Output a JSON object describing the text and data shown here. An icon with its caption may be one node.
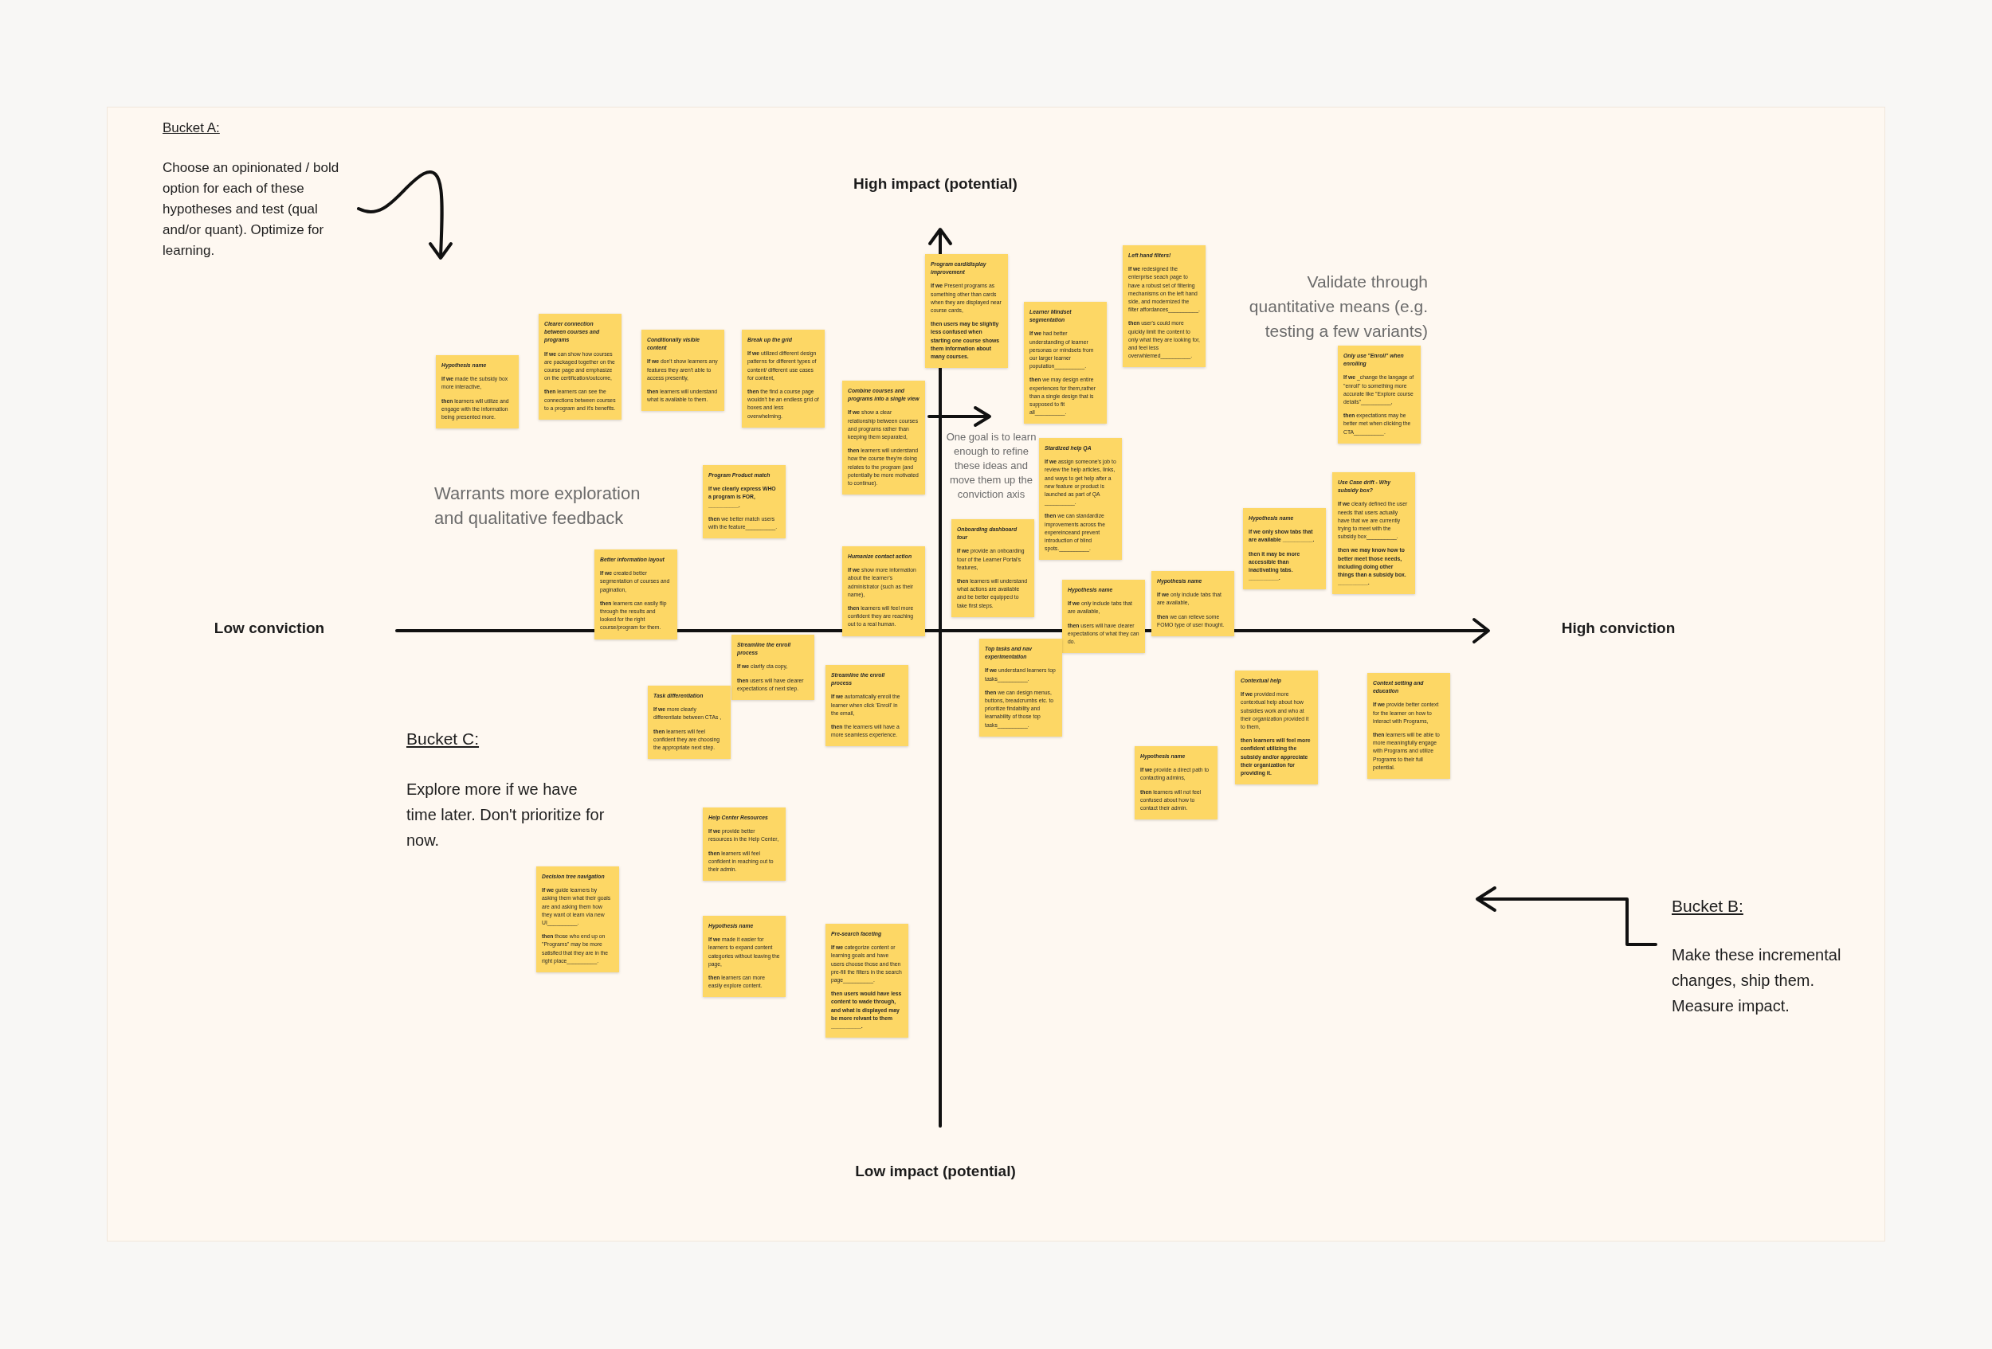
{
  "diagram": {
    "nodes": [
      {
        "text": [
          "Hypothesis name",
          "**If we** made the subsidy box more interactive,",
          "**then** learners will utilize and engage with the information being presented more."
        ]
      },
      {
        "text": [
          "Clearer connection between courses and programs",
          "**If we** can show how courses are packaged together on the course page and emphasize on the certification/outcome,",
          "**then** learners can see the connections between courses to a program and it's benefits."
        ]
      },
      {
        "text": [
          "Conditionally visible content",
          "**If we** don't show learners any features they aren't able to access presently,",
          "**then** learners will understand what is available to them."
        ]
      },
      {
        "text": [
          "Break up the grid",
          "**If we** utilized different design patterns for different types of content/ different use cases for content,",
          "**then** the find a course page wouldn't be an endless grid of boxes and less overwhelming."
        ]
      },
      {
        "text": [
          "Program Product match",
          "If we clearly express WHO a program is FOR, __________.",
          "**then** we better match users with the feature__________."
        ]
      },
      {
        "text": [
          "Better information layout",
          "**If we** created better segmentation of courses and pagination,",
          "**then** learners can easily flip through the results and looked for the right course/program for them."
        ]
      },
      {
        "text": [
          "Program card/display improvement",
          "**If we** Present programs as something other than cards when they are displayed near course cards,",
          "then users may be slightly less confused when starting one course shows them information about many courses."
        ]
      },
      {
        "text": [
          "Combine courses and programs into a single view",
          "**If we** show a clear relationship between courses and programs rather than keeping them separated,",
          "**then** learners will understand how the course they're doing relates to the program (and potentially be more motivated to continue)."
        ]
      },
      {
        "text": [
          "Learner Mindset segmentation",
          "**If we** had better understanding of learner personas or mindsets from our larger learner population__________.",
          "**then** we may design entire experiences for them,rather than a single design that is supposed to fit all__________."
        ]
      },
      {
        "text": [
          "Left hand filters!",
          "**If we** redesigned the enterprise seach page to have a robust set of filtering mechanisms on the left hand side, and modernized the filter affordances__________.",
          "**then** user's could more quickly limit the content to only what they are looking for, and feel less overwhlemed__________."
        ]
      },
      {
        "text": [
          "Only use \"Enroll\" when enrolling",
          "**If we** _change the langage of \"enroll\" to something more accurate like \"Explore course details\"__________,",
          "**then** expectations may be better met when clicking the CTA__________."
        ]
      },
      {
        "text": [
          "Stardized help QA",
          "**If we** assign someone's job to review the help articles, links, and ways to get help after a new feature or product is launched as part of QA __________.",
          "**then** we can standardize improvements across the expereinceand prevent introduction of blind spots.__________."
        ]
      },
      {
        "text": [
          "Onboarding dashboard tour",
          "**If we** provide an onboarding tour of the Learner Portal's features,",
          "**then** learners will understand what actions are available and be better equipped to take first steps."
        ]
      },
      {
        "text": [
          "Hypothesis name",
          "**If we** only include tabs that are available,",
          "**then** users will have clearer expectations of what they can do."
        ]
      },
      {
        "text": [
          "Hypothesis name",
          "**If we** only include tabs that are available,",
          "**then** we can relieve some FOMO type of user thought."
        ]
      },
      {
        "text": [
          "Hypothesis name",
          "If we only show tabs that are available __________.",
          "then it may be more accessible than inactivating tabs. __________."
        ]
      },
      {
        "text": [
          "Use Case drift - Why subsidy box?",
          "**If we** clearly defined the user needs that users actually have that we are currently trying to meet with the subsidy box__________.",
          "then we may know how to better meet those needs, including doing other things than a subsidy box. __________."
        ]
      },
      {
        "text": [
          "Humanize contact action",
          "**If we** show more information about the learner's administrator (such as their name),",
          "**then** learners will feel more confident they are reaching out to a real human."
        ]
      },
      {
        "text": [
          "Top tasks and nav experimentation",
          "**If we** understand learners top tasks__________.",
          "**then** we can design menus, buttons, breadcrumbs etc. to prioritize findability and learnability of those top tasks__________."
        ]
      },
      {
        "text": [
          "Streamline the enroll process",
          "**If we** clarify cta copy,",
          "**then** users will have clearer expectations of next step."
        ]
      },
      {
        "text": [
          "Task differentiation",
          "**If we** more clearly differentiate between CTAs ,",
          "**then** learners will feel confident they are choosing the appropriate next step."
        ]
      },
      {
        "text": [
          "Streamline the enroll process",
          "**If we** automatically enroll the learner when click 'Enroll' in the email,",
          "**then** the learners will have a more seamless experience."
        ]
      },
      {
        "text": [
          "Contextual help",
          "**If we** provided more contextual help about how subsidies work and who at their organization provided it to them,",
          "then learners will feel more confident utilizing the subsidy and/or appreciate their organization for providing it."
        ]
      },
      {
        "text": [
          "Context setting and education",
          "**If we** provide better context for the learner on how to interact with Programs,",
          "**then** learners will be able to more meaningfully engage with Programs and utilize Programs to their full potential."
        ]
      },
      {
        "text": [
          "Hypothesis name",
          "**If we** provide a direct path to contacting admins,",
          "**then** learners will not feel confused about how to contact their admin."
        ]
      },
      {
        "text": [
          "Help Center Resources",
          "**If we** provide better resources in the Help Center,",
          "**then** learners will feel confident in reaching out to their admin."
        ]
      },
      {
        "text": [
          "Decision tree navigation",
          "**If we** guide learners by asking them what their goals are and asking them how they want ot learn via new UI__________.",
          "**then** those who end up on \"Programs\" may be more satisfied that they are in the right place__________."
        ]
      },
      {
        "text": [
          "Hypothesis name",
          "**If we** made it easier for learners to expand content categories without leaving the page,",
          "**then** learners can more easily explore content."
        ]
      },
      {
        "text": [
          "Pre-search faceting",
          "**If we** categorize content or learning goals and have users choose those and then pre-fill the filters in the search page__________.",
          "then users would have less content to wade through, and what is displayed may be more relvant to them __________."
        ]
      }
    ],
    "labels": [
      "Bucket A:",
      "Choose an opinionated / bold option for each of these hypotheses and test (qual and/or quant). Optimize for learning.",
      "High impact (potential)",
      "Validate through quantitative means (e.g. testing a few variants)",
      "Warrants more exploration and qualitative feedback",
      "One goal is to learn enough to refine these ideas and move them up the conviction axis",
      "Low conviction",
      "High conviction",
      "Bucket C:",
      "Explore more if we have time later. Don't prioritize for now.",
      "Bucket B:",
      "Make these incremental changes, ship them. Measure impact.",
      "Low impact (potential)"
    ]
  }
}
